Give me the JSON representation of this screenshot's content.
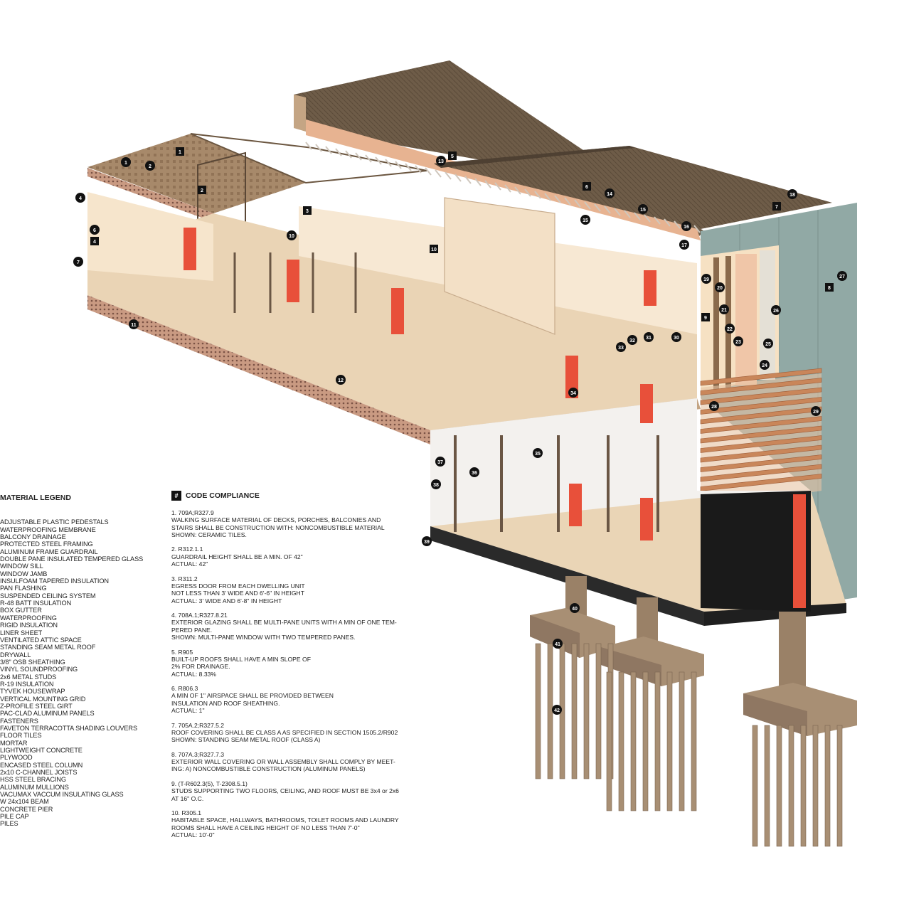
{
  "legend": {
    "title": "MATERIAL LEGEND",
    "items": [
      "ADJUSTABLE PLASTIC PEDESTALS",
      "WATERPROOFING MEMBRANE",
      "BALCONY DRAINAGE",
      "PROTECTED STEEL FRAMING",
      "ALUMINUM FRAME GUARDRAIL",
      "DOUBLE PANE INSULATED TEMPERED GLASS",
      "WINDOW SILL",
      "WINDOW JAMB",
      "INSULFOAM TAPERED INSULATION",
      "PAN FLASHING",
      "SUSPENDED CEILING SYSTEM",
      "R-48 BATT INSULATION",
      "BOX GUTTER",
      "WATERPROOFING",
      "RIGID INSULATION",
      "LINER SHEET",
      "VENTILATED ATTIC SPACE",
      "STANDING SEAM METAL ROOF",
      "DRYWALL",
      "3/8\" OSB SHEATHING",
      "VINYL SOUNDPROOFING",
      "2x6 METAL STUDS",
      "R-19 INSULATION",
      "TYVEK HOUSEWRAP",
      "VERTICAL MOUNTING GRID",
      "Z-PROFILE STEEL GIRT",
      "PAC-CLAD ALUMINUM PANELS",
      "FASTENERS",
      "FAVETON TERRACOTTA SHADING LOUVERS",
      "FLOOR TILES",
      "MORTAR",
      "LIGHTWEIGHT CONCRETE",
      "PLYWOOD",
      "ENCASED STEEL COLUMN",
      "2x10 C-CHANNEL JOISTS",
      "HSS STEEL BRACING",
      "ALUMINUM MULLIONS",
      "VACUMAX VACCUM INSULATING GLASS",
      "W 24x104 BEAM",
      "CONCRETE PIER",
      "PILE CAP",
      "PILES"
    ]
  },
  "code": {
    "hash": "#",
    "title": "CODE COMPLIANCE",
    "items": [
      {
        "lines": [
          "1. 709A;R327.9",
          "WALKING SURFACE MATERIAL OF DECKS, PORCHES, BALCONIES AND",
          "STAIRS SHALL BE CONSTRUCTION WITH: NONCOMBUSTIBLE MATERIAL",
          "SHOWN: CERAMIC TILES."
        ]
      },
      {
        "lines": [
          "2. R312.1.1",
          "GUARDRAIL HEIGHT SHALL BE A MIN. OF 42\"",
          "ACTUAL: 42\""
        ]
      },
      {
        "lines": [
          "3. R311.2",
          "EGRESS DOOR FROM EACH DWELLING UNIT",
          "NOT LESS THAN 3' WIDE AND 6'-6\" IN HEIGHT",
          "ACTUAL: 3' WIDE AND 6'-8\" IN HEIGHT"
        ]
      },
      {
        "lines": [
          "4. 708A.1;R327.8.21",
          "EXTERIOR GLAZING SHALL BE MULTI-PANE UNITS WITH A MIN OF ONE TEM-",
          "PERED PANE.",
          "SHOWN: MULTI-PANE WINDOW WITH TWO TEMPERED PANES."
        ]
      },
      {
        "lines": [
          "5. R905",
          "BUILT-UP ROOFS SHALL HAVE A MIN SLOPE  OF",
          "2% FOR DRAINAGE.",
          "ACTUAL: 8.33%"
        ]
      },
      {
        "lines": [
          "6. R806.3",
          "A MIN OF 1\" AIRSPACE SHALL BE PROVIDED BETWEEN",
          "INSULATION AND ROOF SHEATHING.",
          "ACTUAL: 1\""
        ]
      },
      {
        "lines": [
          "7. 705A.2;R327.5.2",
          "ROOF COVERING SHALL BE CLASS A AS SPECIFIED IN SECTION 1505.2/R902",
          "SHOWN: STANDING SEAM METAL ROOF (CLASS A)"
        ]
      },
      {
        "lines": [
          "8. 707A.3;R327.7.3",
          "EXTERIOR WALL COVERING OR WALL ASSEMBLY SHALL COMPLY BY MEET-",
          "ING: A) NONCOMBUSTIBLE CONSTRUCTION (ALUMINUM PANELS)"
        ]
      },
      {
        "lines": [
          "9. (T-R602.3(5), T-2308.5.1)",
          "STUDS SUPPORTING TWO FLOORS, CEILING, AND ROOF MUST BE 3x4 or 2x6",
          "AT 16\" O.C."
        ]
      },
      {
        "lines": [
          "10. R305.1",
          "HABITABLE SPACE, HALLWAYS, BATHROOMS, TOILET ROOMS AND LAUNDRY",
          "ROOMS SHALL HAVE A CEILING HEIGHT OF NO LESS THAN 7'-0\"",
          "ACTUAL: 10'-0\""
        ]
      }
    ]
  },
  "material_tags": [
    "1",
    "2",
    "3",
    "4",
    "5",
    "6",
    "7",
    "8",
    "9",
    "10",
    "11",
    "12",
    "13",
    "14",
    "15",
    "15",
    "16",
    "17",
    "18",
    "19",
    "20",
    "21",
    "22",
    "23",
    "24",
    "25",
    "26",
    "27",
    "28",
    "29",
    "30",
    "31",
    "32",
    "33",
    "34",
    "35",
    "36",
    "37",
    "38",
    "39",
    "40",
    "41",
    "42"
  ],
  "code_tags": [
    "1",
    "2",
    "3",
    "4",
    "5",
    "6",
    "7",
    "8",
    "9",
    "10"
  ],
  "colors": {
    "roof": "#6e5c48",
    "roof_dark": "#4e4032",
    "timber": "#8a6a4c",
    "floor": "#ecd9bd",
    "wall_interior": "#f7e6cf",
    "steel_column": "#e8503a",
    "cladding": "#8fa6a2",
    "louver": "#c9865a",
    "concrete": "#a88f74",
    "glass": "#e9e9ea",
    "tag": "#111111"
  }
}
